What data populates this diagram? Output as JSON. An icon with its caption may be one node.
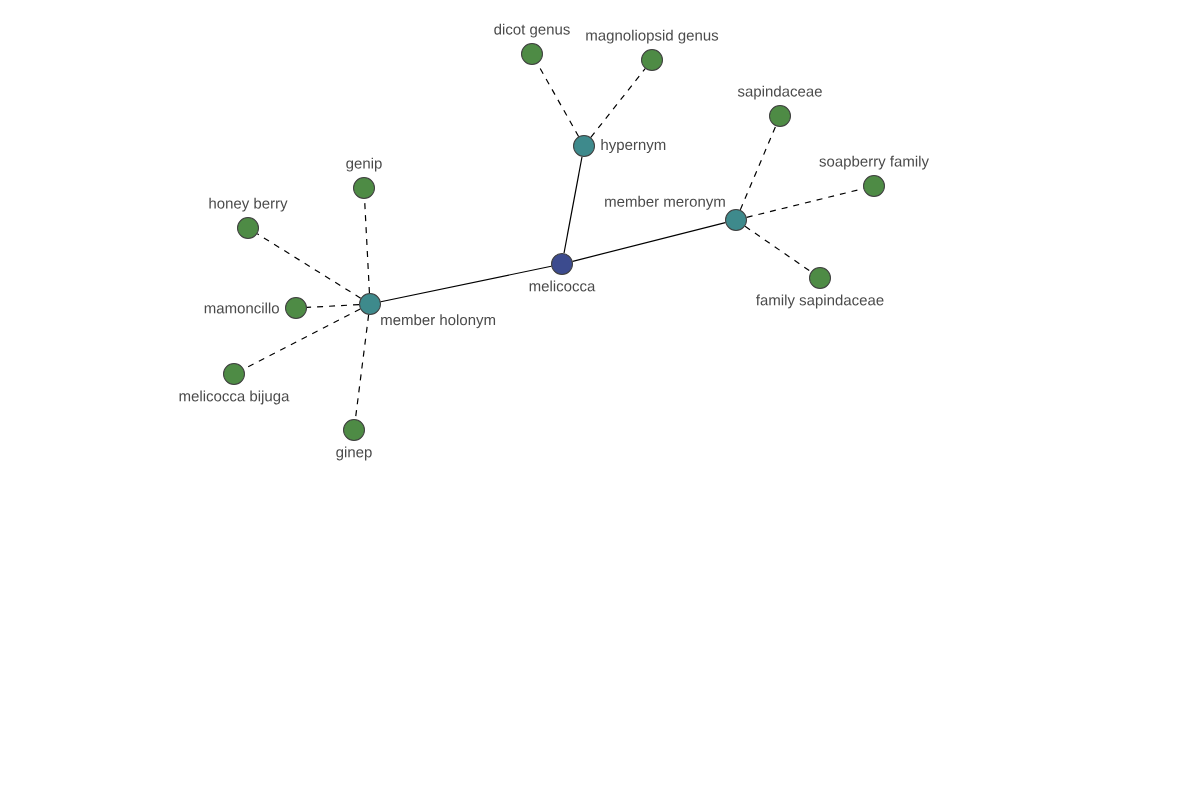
{
  "diagram": {
    "nodes": [
      {
        "text": [
          "melicocca"
        ]
      },
      {
        "text": [
          "hypernym"
        ]
      },
      {
        "text": [
          "dicot genus"
        ]
      },
      {
        "text": [
          "magnoliopsid genus"
        ]
      },
      {
        "text": [
          "member meronym"
        ]
      },
      {
        "text": [
          "sapindaceae"
        ]
      },
      {
        "text": [
          "soapberry family"
        ]
      },
      {
        "text": [
          "family sapindaceae"
        ]
      },
      {
        "text": [
          "member holonym"
        ]
      },
      {
        "text": [
          "genip"
        ]
      },
      {
        "text": [
          "honey berry"
        ]
      },
      {
        "text": [
          "mamoncillo"
        ]
      },
      {
        "text": [
          "melicocca bijuga"
        ]
      },
      {
        "text": [
          "ginep"
        ]
      }
    ],
    "edges": [
      {
        "from": 0,
        "to": 1,
        "arrow": "none"
      },
      {
        "from": 0,
        "to": 4,
        "arrow": "none"
      },
      {
        "from": 0,
        "to": 8,
        "arrow": "none"
      },
      {
        "from": 1,
        "to": 2,
        "arrow": "none",
        "style": "dashed"
      },
      {
        "from": 1,
        "to": 3,
        "arrow": "none",
        "style": "dashed"
      },
      {
        "from": 4,
        "to": 5,
        "arrow": "none",
        "style": "dashed"
      },
      {
        "from": 4,
        "to": 6,
        "arrow": "none",
        "style": "dashed"
      },
      {
        "from": 4,
        "to": 7,
        "arrow": "none",
        "style": "dashed"
      },
      {
        "from": 8,
        "to": 9,
        "arrow": "none",
        "style": "dashed"
      },
      {
        "from": 8,
        "to": 10,
        "arrow": "none",
        "style": "dashed"
      },
      {
        "from": 8,
        "to": 11,
        "arrow": "none",
        "style": "dashed"
      },
      {
        "from": 8,
        "to": 12,
        "arrow": "none",
        "style": "dashed"
      },
      {
        "from": 8,
        "to": 13,
        "arrow": "none",
        "style": "dashed"
      }
    ]
  }
}
